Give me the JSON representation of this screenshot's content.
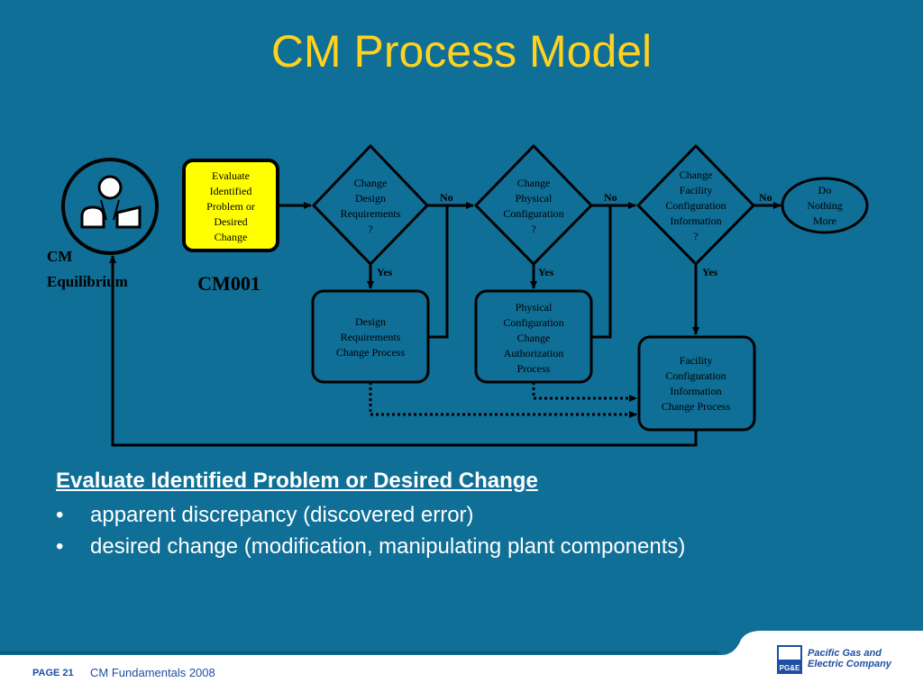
{
  "title": "CM Process Model",
  "diagram": {
    "start_label_line1": "CM",
    "start_label_line2": "Equilibrium",
    "evaluate_box": [
      "Evaluate",
      "Identified",
      "Problem or",
      "Desired",
      "Change"
    ],
    "code_label": "CM001",
    "decision_design": [
      "Change",
      "Design",
      "Requirements",
      "?"
    ],
    "decision_physical": [
      "Change",
      "Physical",
      "Configuration",
      "?"
    ],
    "decision_facility": [
      "Change",
      "Facility",
      "Configuration",
      "Information",
      "?"
    ],
    "end_node": [
      "Do",
      "Nothing",
      "More"
    ],
    "process_design": [
      "Design",
      "Requirements",
      "Change Process"
    ],
    "process_physical": [
      "Physical",
      "Configuration",
      "Change",
      "Authorization",
      "Process"
    ],
    "process_facility": [
      "Facility",
      "Configuration",
      "Information",
      "Change Process"
    ],
    "no_label": "No",
    "yes_label": "Yes"
  },
  "text": {
    "heading": "Evaluate Identified Problem or Desired Change",
    "bullets": [
      "apparent discrepancy (discovered error)",
      "desired change (modification, manipulating plant components)"
    ],
    "bullet_char": "•"
  },
  "footer": {
    "page": "PAGE 21",
    "subtitle": "CM Fundamentals 2008",
    "logo_line1": "Pacific Gas and",
    "logo_line2": "Electric Company",
    "logo_mark": "PG&E"
  },
  "colors": {
    "background": "#0f6f97",
    "title": "#ffd21f",
    "highlight_box": "#ffff00",
    "footer_text": "#1f4ea3"
  }
}
